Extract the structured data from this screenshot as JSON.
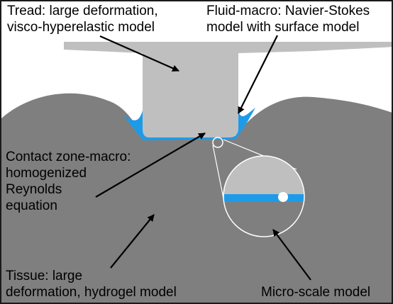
{
  "labels": {
    "tread": [
      "Tread: large deformation,",
      "visco-hyperelastic model"
    ],
    "fluid_macro": [
      "Fluid-macro: Navier-Stokes",
      "model with surface model"
    ],
    "contact_zone": [
      "Contact zone-macro:",
      "homogenized",
      "Reynolds",
      "equation"
    ],
    "tissue": [
      "Tissue: large",
      "deformation, hydrogel model"
    ],
    "micro_scale": [
      "Micro-scale model"
    ]
  },
  "colors": {
    "tread": "#bfbfbf",
    "tissue": "#7f7f7f",
    "fluid": "#1e9be8",
    "arrow": "#000000",
    "outline": "#ffffff"
  }
}
